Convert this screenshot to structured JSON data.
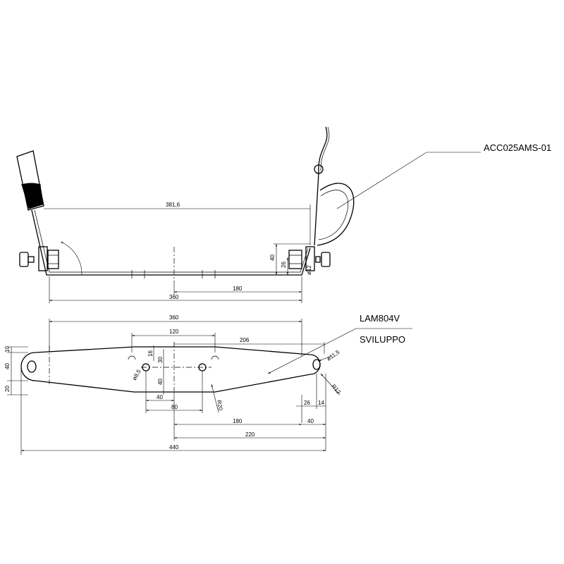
{
  "labels": {
    "part_top": "ACC025AMS-01",
    "part_bottom": "LAM804V",
    "development": "SVILUPPO"
  },
  "top_view_dims": {
    "length_381": "381,6",
    "length_360": "360",
    "length_180": "180",
    "height_40": "40",
    "height_26": "26",
    "hole_12": "ø12"
  },
  "flat_view_dims": {
    "d360": "360",
    "d120": "120",
    "d206": "206",
    "d10": "10",
    "d40_left": "40",
    "d20": "20",
    "d16": "16",
    "d30": "30",
    "d8_5": "ø8,5",
    "d40_center": "40",
    "d40_bottom": "40",
    "d80": "80",
    "r20": "R20",
    "d11_5": "ø11,5",
    "r12": "R12",
    "d26": "26",
    "d14": "14",
    "d180": "180",
    "d40_right": "40",
    "d220": "220",
    "d440": "440"
  }
}
